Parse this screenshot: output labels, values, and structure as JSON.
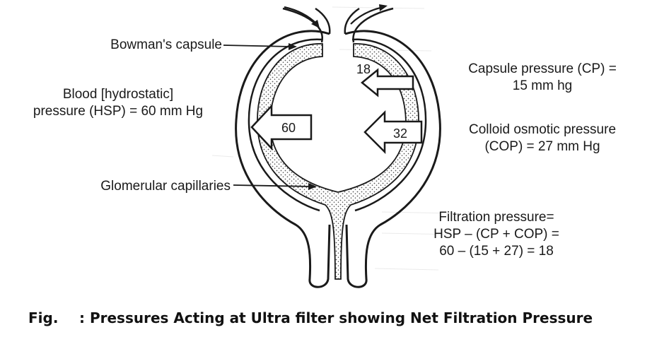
{
  "labels": {
    "bowman": "Bowman's capsule",
    "hsp_line1": "Blood [hydrostatic]",
    "hsp_line2": "pressure (HSP) = 60 mm Hg",
    "cp_line1": "Capsule pressure (CP) =",
    "cp_line2": "15 mm hg",
    "cop_line1": "Colloid osmotic pressure",
    "cop_line2": "(COP) = 27 mm Hg",
    "glomerular": "Glomerular capillaries",
    "filtration_line1": "Filtration pressure=",
    "filtration_line2": "HSP – (CP + COP) =",
    "filtration_line3": "60 – (15 + 27) = 18"
  },
  "arrows": {
    "hsp_value": "60",
    "cp_value": "18",
    "cop_value": "32"
  },
  "caption": {
    "fig": "Fig.",
    "text": ": Pressures Acting at Ultra filter showing Net Filtration Pressure"
  },
  "colors": {
    "stroke": "#1a1a1a",
    "stipple": "#555555",
    "background": "#ffffff"
  }
}
